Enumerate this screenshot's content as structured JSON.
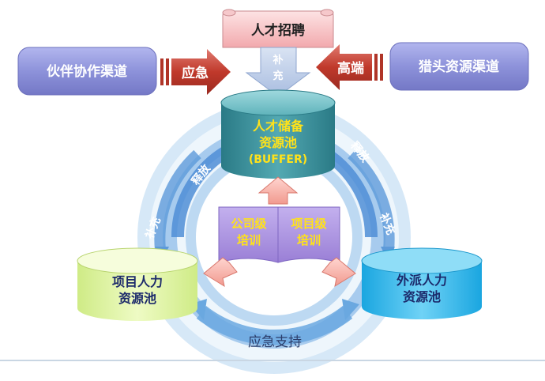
{
  "colors": {
    "channel_box": "#8a8fd8",
    "arrow_red": "#c0392b",
    "recruit_pink": "#f7c3c6",
    "buffer_teal": "#3a8f9a",
    "buffer_text": "#ffe21a",
    "training_purple": "#a98fe0",
    "training_text": "#ffe21a",
    "project_pool": "#e7f7a8",
    "dispatch_pool": "#41c0ef",
    "ring_blue": "#6aa8e0"
  },
  "channels": {
    "left_label": "伙伴协作渠道",
    "right_label": "猎头资源渠道"
  },
  "arrows": {
    "left_label": "应急",
    "right_label": "高端",
    "top_supplement_1": "补",
    "top_supplement_2": "充"
  },
  "recruit": {
    "label": "人才招聘"
  },
  "buffer_pool": {
    "line1": "人才储备",
    "line2": "资源池",
    "line3": "(BUFFER)"
  },
  "training": {
    "company_line1": "公司级",
    "company_line2": "培训",
    "project_line1": "项目级",
    "project_line2": "培训"
  },
  "project_pool": {
    "line1": "项目人力",
    "line2": "资源池"
  },
  "dispatch_pool": {
    "line1": "外派人力",
    "line2": "资源池"
  },
  "ring_labels": {
    "left_release": "释放",
    "left_supplement": "补充",
    "right_release": "释放",
    "right_supplement": "补充",
    "bottom": "应急支持"
  }
}
